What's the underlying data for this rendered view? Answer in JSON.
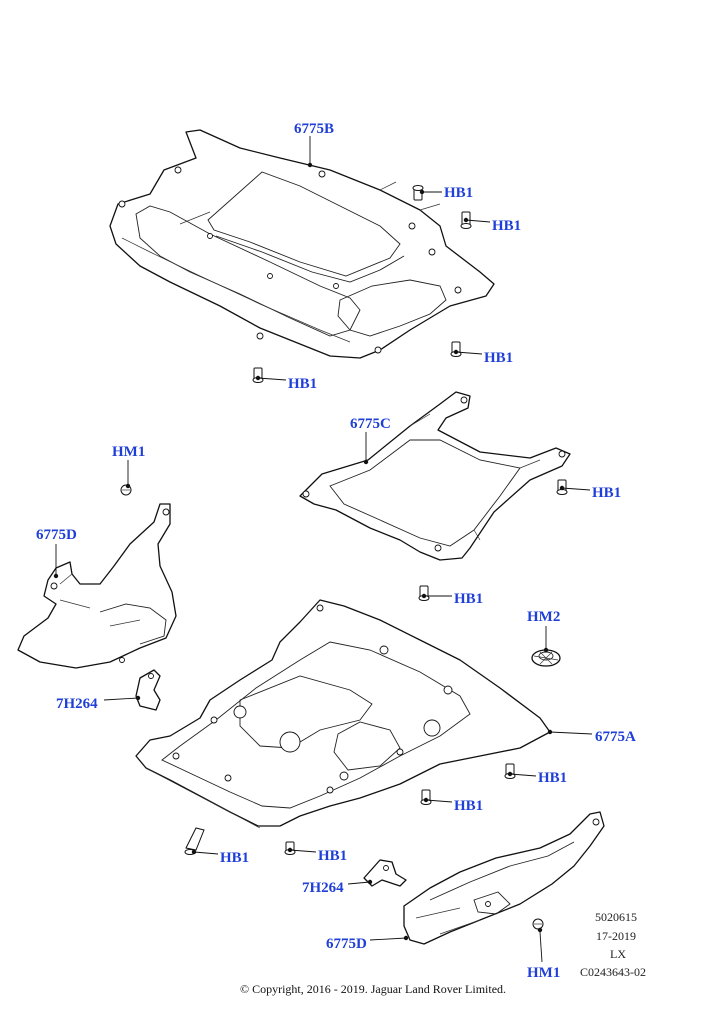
{
  "callouts": {
    "b_main": "6775B",
    "b_hb1_a": "HB1",
    "b_hb1_b": "HB1",
    "b_hb1_c": "HB1",
    "b_hb1_d": "HB1",
    "c_main": "6775C",
    "c_hb1_a": "HB1",
    "c_hb1_b": "HB1",
    "hm1_top": "HM1",
    "d_left": "6775D",
    "h264_left": "7H264",
    "hm2": "HM2",
    "a_main": "6775A",
    "a_hb1_a": "HB1",
    "a_hb1_b": "HB1",
    "a_hb1_c": "HB1",
    "a_hb1_d": "HB1",
    "h264_bottom": "7H264",
    "d_bottom": "6775D",
    "hm1_bottom": "HM1"
  },
  "drawing_info": {
    "line1": "5020615",
    "line2": "17-2019",
    "line3": "LX",
    "line4": "C0243643-02"
  },
  "copyright": "© Copyright, 2016 - 2019. Jaguar Land Rover Limited.",
  "colors": {
    "callout": "#1f3fd6",
    "line": "#111111",
    "background": "#ffffff"
  }
}
